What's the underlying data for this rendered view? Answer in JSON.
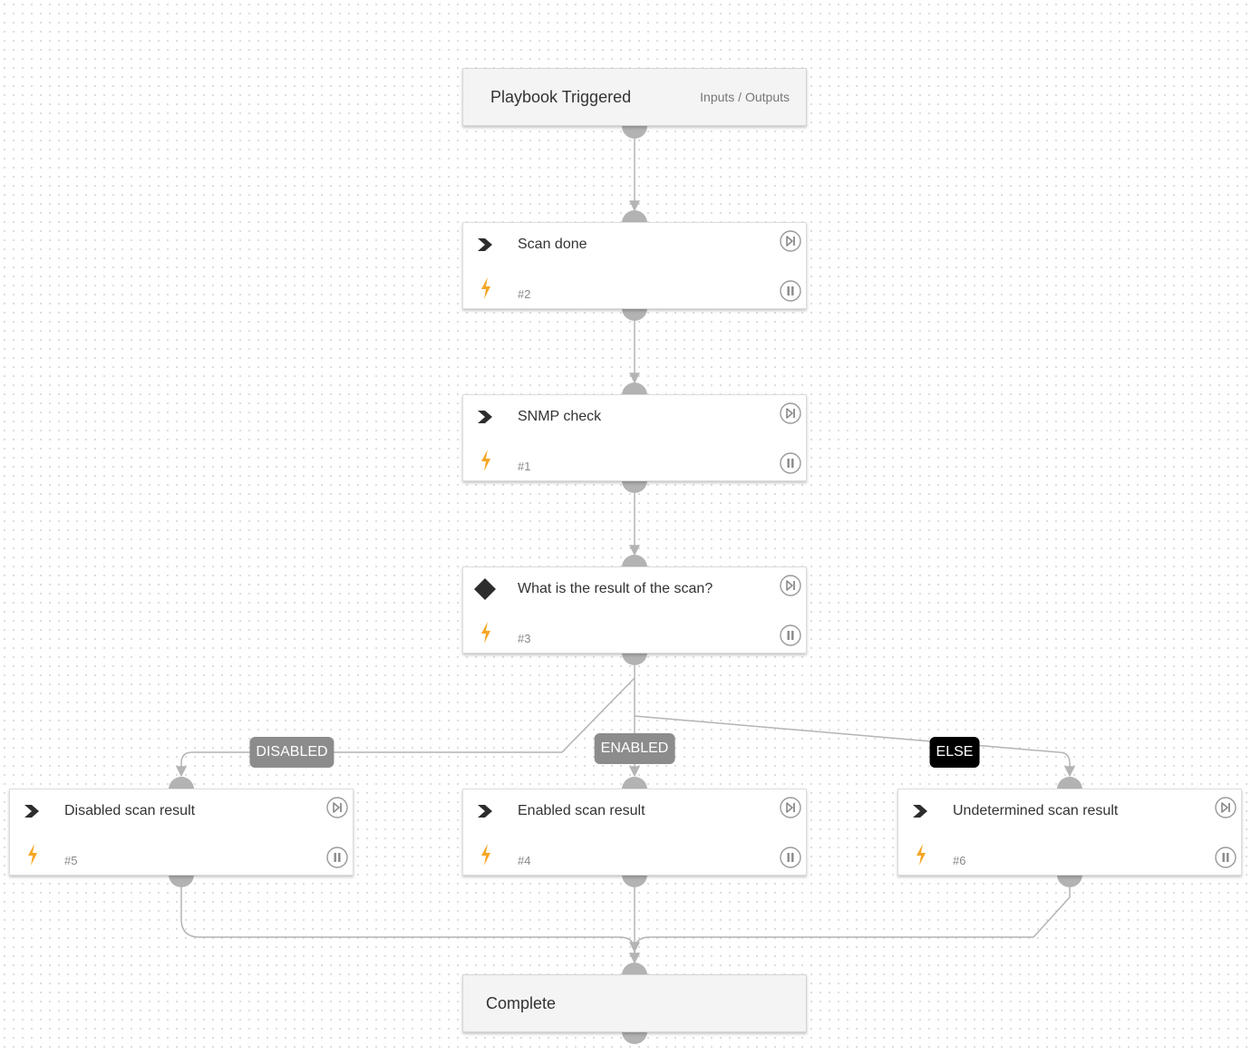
{
  "start": {
    "title": "Playbook Triggered",
    "link": "Inputs / Outputs"
  },
  "tasks": [
    {
      "key": "scan-done",
      "title": "Scan done",
      "id": "#2",
      "kind": "task"
    },
    {
      "key": "snmp-check",
      "title": "SNMP check",
      "id": "#1",
      "kind": "task"
    },
    {
      "key": "scan-result",
      "title": "What is the result of the scan?",
      "id": "#3",
      "kind": "condition"
    },
    {
      "key": "disabled-scan-result",
      "title": "Disabled scan result",
      "id": "#5",
      "kind": "task"
    },
    {
      "key": "enabled-scan-result",
      "title": "Enabled scan result",
      "id": "#4",
      "kind": "task"
    },
    {
      "key": "undetermined-scan-result",
      "title": "Undetermined scan result",
      "id": "#6",
      "kind": "task"
    }
  ],
  "branches": [
    {
      "label": "DISABLED",
      "color": "#8c8c8c"
    },
    {
      "label": "ENABLED",
      "color": "#8c8c8c"
    },
    {
      "label": "ELSE",
      "color": "#000000"
    }
  ],
  "end": {
    "title": "Complete"
  },
  "colors": {
    "wire": "#b4b4b4",
    "knob": "#b3b3b3",
    "task_icon": "#2d2d2d",
    "trigger_icon": "#f5a623"
  },
  "icons": {
    "task": "chevron-right-icon",
    "condition": "diamond-icon",
    "trigger": "lightning-icon",
    "skip": "skip-icon",
    "pause": "pause-icon"
  }
}
